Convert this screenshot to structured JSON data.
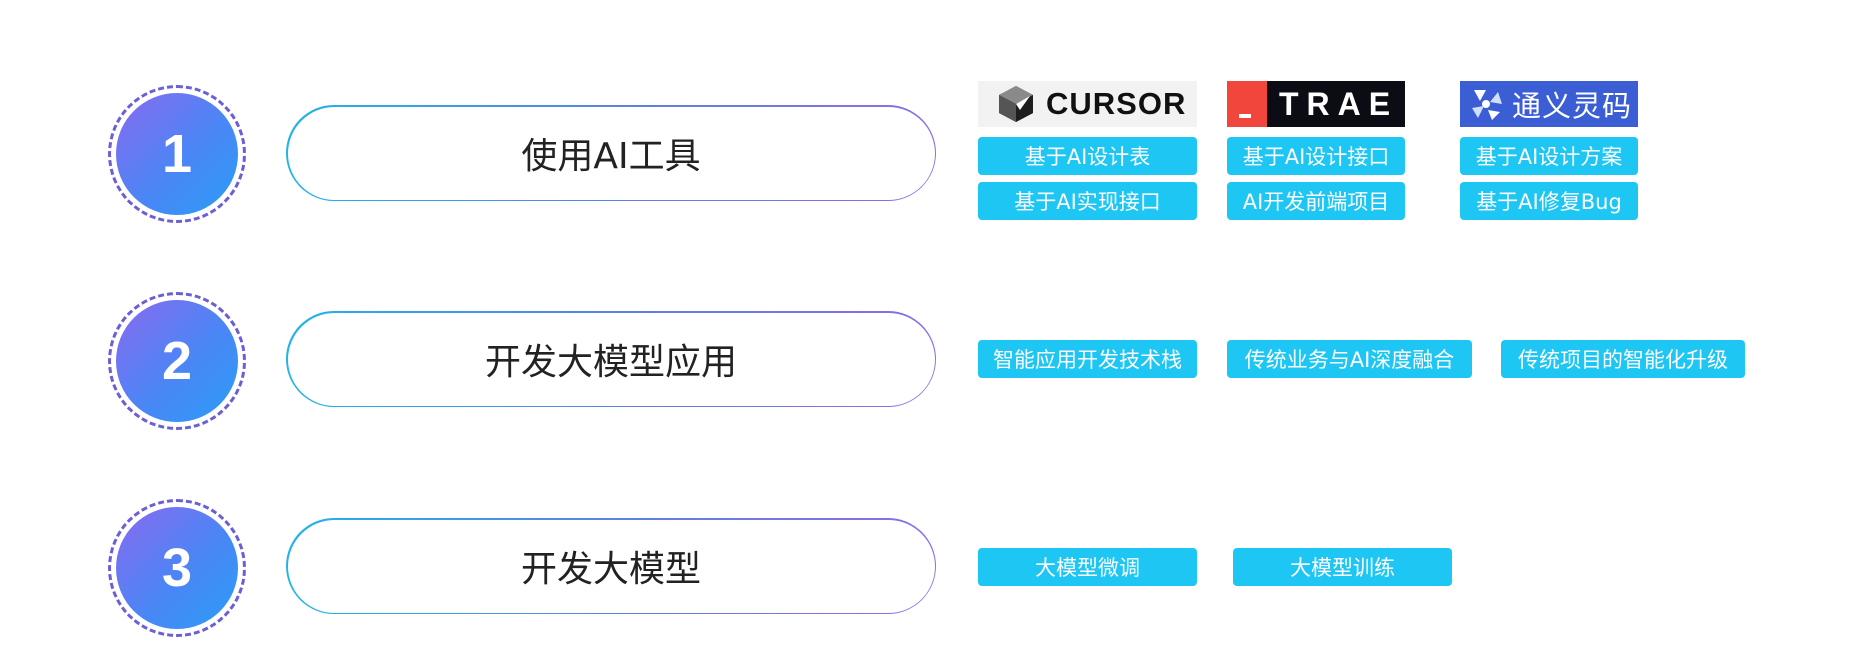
{
  "rows": [
    {
      "number": "1",
      "title": "使用AI工具",
      "tools": [
        {
          "name": "CURSOR",
          "icon": "cursor-cube-icon"
        },
        {
          "name": "TRAE",
          "icon": "trae-logo-icon"
        },
        {
          "name": "通义灵码",
          "icon": "tongyi-lingma-icon"
        }
      ],
      "tags": [
        "基于AI设计表",
        "基于AI设计接口",
        "基于AI设计方案",
        "基于AI实现接口",
        "AI开发前端项目",
        "基于AI修复Bug"
      ]
    },
    {
      "number": "2",
      "title": "开发大模型应用",
      "tags": [
        "智能应用开发技术栈",
        "传统业务与AI深度融合",
        "传统项目的智能化升级"
      ]
    },
    {
      "number": "3",
      "title": "开发大模型",
      "tags": [
        "大模型微调",
        "大模型训练"
      ]
    }
  ],
  "colors": {
    "tag_background": "#1ec6f4",
    "circle_gradient_start": "#8a6af0",
    "circle_gradient_end": "#2a9df8",
    "dash_ring": "#6b5fd6"
  }
}
